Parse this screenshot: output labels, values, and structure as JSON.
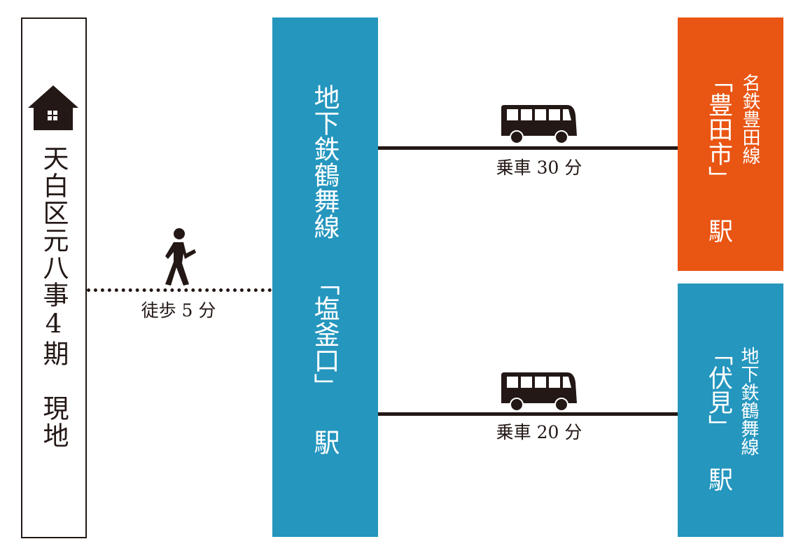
{
  "origin": {
    "label": "天白区元八事4期　現地",
    "icon": "house-icon"
  },
  "walk": {
    "label": "徒歩 5 分",
    "icon": "walking-person-icon"
  },
  "hub": {
    "label": "地下鉄鶴舞線 「塩釜口」 駅",
    "color": "#2596BE"
  },
  "routes": [
    {
      "label": "乗車 30 分",
      "icon": "bus-icon"
    },
    {
      "label": "乗車 20 分",
      "icon": "bus-icon"
    }
  ],
  "destinations": [
    {
      "line": "名鉄豊田線",
      "station": "「豊田市」 駅",
      "color": "#E95513"
    },
    {
      "line": "地下鉄鶴舞線",
      "station": "「伏見」 駅",
      "color": "#2596BE"
    }
  ]
}
